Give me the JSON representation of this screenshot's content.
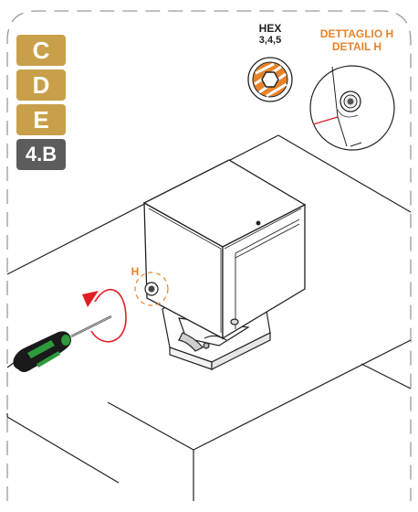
{
  "step_badges": {
    "c": "C",
    "d": "D",
    "e": "E",
    "step": "4.B"
  },
  "tool_callout": {
    "tool_name": "HEX",
    "sizes": "3,4,5"
  },
  "detail_callout": {
    "title_it": "DETTAGLIO H",
    "title_en": "DETAIL H"
  },
  "detail_marker": "H",
  "colors": {
    "accent": "#e8832a",
    "rotation_arrow": "#e11e26",
    "badge_gold": "#c9a04a",
    "badge_dark": "#5c5c5c",
    "handle_green": "#2e9a3c",
    "handle_black": "#1a1a1a"
  }
}
